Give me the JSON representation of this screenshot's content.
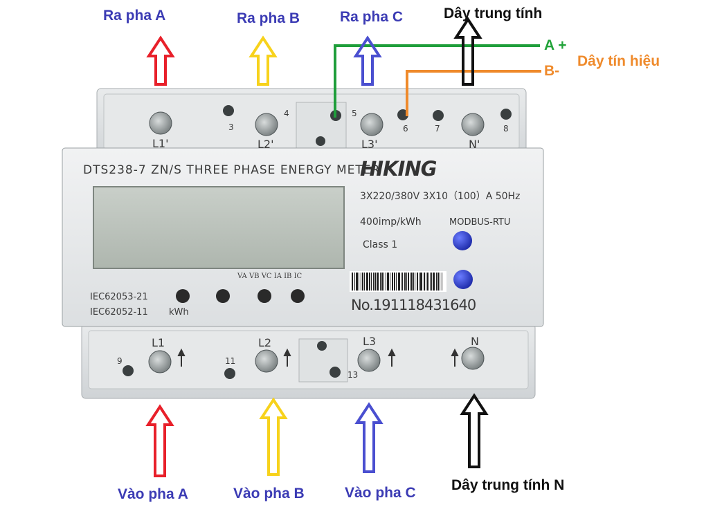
{
  "colors": {
    "phase_a": "#e8202a",
    "phase_b": "#f7d21c",
    "phase_c": "#4a4fd0",
    "neutral": "#111111",
    "signal_a": "#1f9e3b",
    "signal_b": "#ef8a2b",
    "label_blue": "#3b3bb4"
  },
  "labels": {
    "out_a": "Ra pha A",
    "out_b": "Ra pha B",
    "out_c": "Ra pha C",
    "neutral_top": "Dây trung tính",
    "signal_a": "A +",
    "signal_b": "B-",
    "signal": "Dây tín hiệu",
    "in_a": "Vào pha A",
    "in_b": "Vào pha B",
    "in_c": "Vào pha C",
    "neutral_bottom": "Dây trung tính N"
  },
  "meter": {
    "model": "DTS238-7 ZN/S THREE PHASE ENERGY METER",
    "brand": "HIKING",
    "rating": "3X220/380V 3X10（100）A  50Hz",
    "constant": "400imp/kWh",
    "class": "Class 1",
    "comm": "MODBUS-RTU",
    "standard_1": "IEC62053-21",
    "standard_2": "IEC62052-11",
    "unit": "kWh",
    "indicator_labels": "VA  VB  VC  IA  IB  IC",
    "serial": "No.191118431640",
    "top_terminals": [
      "L1'",
      "3",
      "L2'",
      "4",
      "5",
      "L3'",
      "6",
      "7",
      "N'",
      "8"
    ],
    "bottom_terminals": [
      "L1",
      "9",
      "L2",
      "11",
      "L3",
      "13",
      "N"
    ]
  }
}
